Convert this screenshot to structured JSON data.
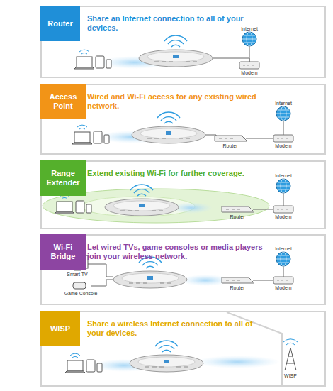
{
  "diagram": {
    "nodes": [
      {
        "text": [
          "Share an Internet connection to all of your devices."
        ]
      },
      {
        "text": [
          "Router"
        ],
        "in": 0
      },
      {
        "text": [
          "Wired and Wi-Fi access for any existing wired network."
        ]
      },
      {
        "text": [
          "Access Point"
        ],
        "in": 2
      },
      {
        "text": [
          "Extend existing Wi-Fi for further coverage."
        ]
      },
      {
        "text": [
          "Range Extender"
        ],
        "in": 4
      },
      {
        "text": [
          "Let wired TVs, game consoles or media players join your wireless network."
        ]
      },
      {
        "text": [
          "Wi-Fi Bridge"
        ],
        "in": 6
      },
      {
        "text": [
          "Share a wireless Internet connection to all of your devices."
        ]
      },
      {
        "text": [
          "WISP"
        ],
        "in": 8
      }
    ],
    "labels": [
      "Internet",
      "Modem",
      "Internet",
      "Router",
      "Modem",
      "Internet",
      "Router",
      "Modem",
      "Internet",
      "Smart TV",
      "Game Console",
      "Router",
      "Modem",
      "WISP"
    ]
  }
}
